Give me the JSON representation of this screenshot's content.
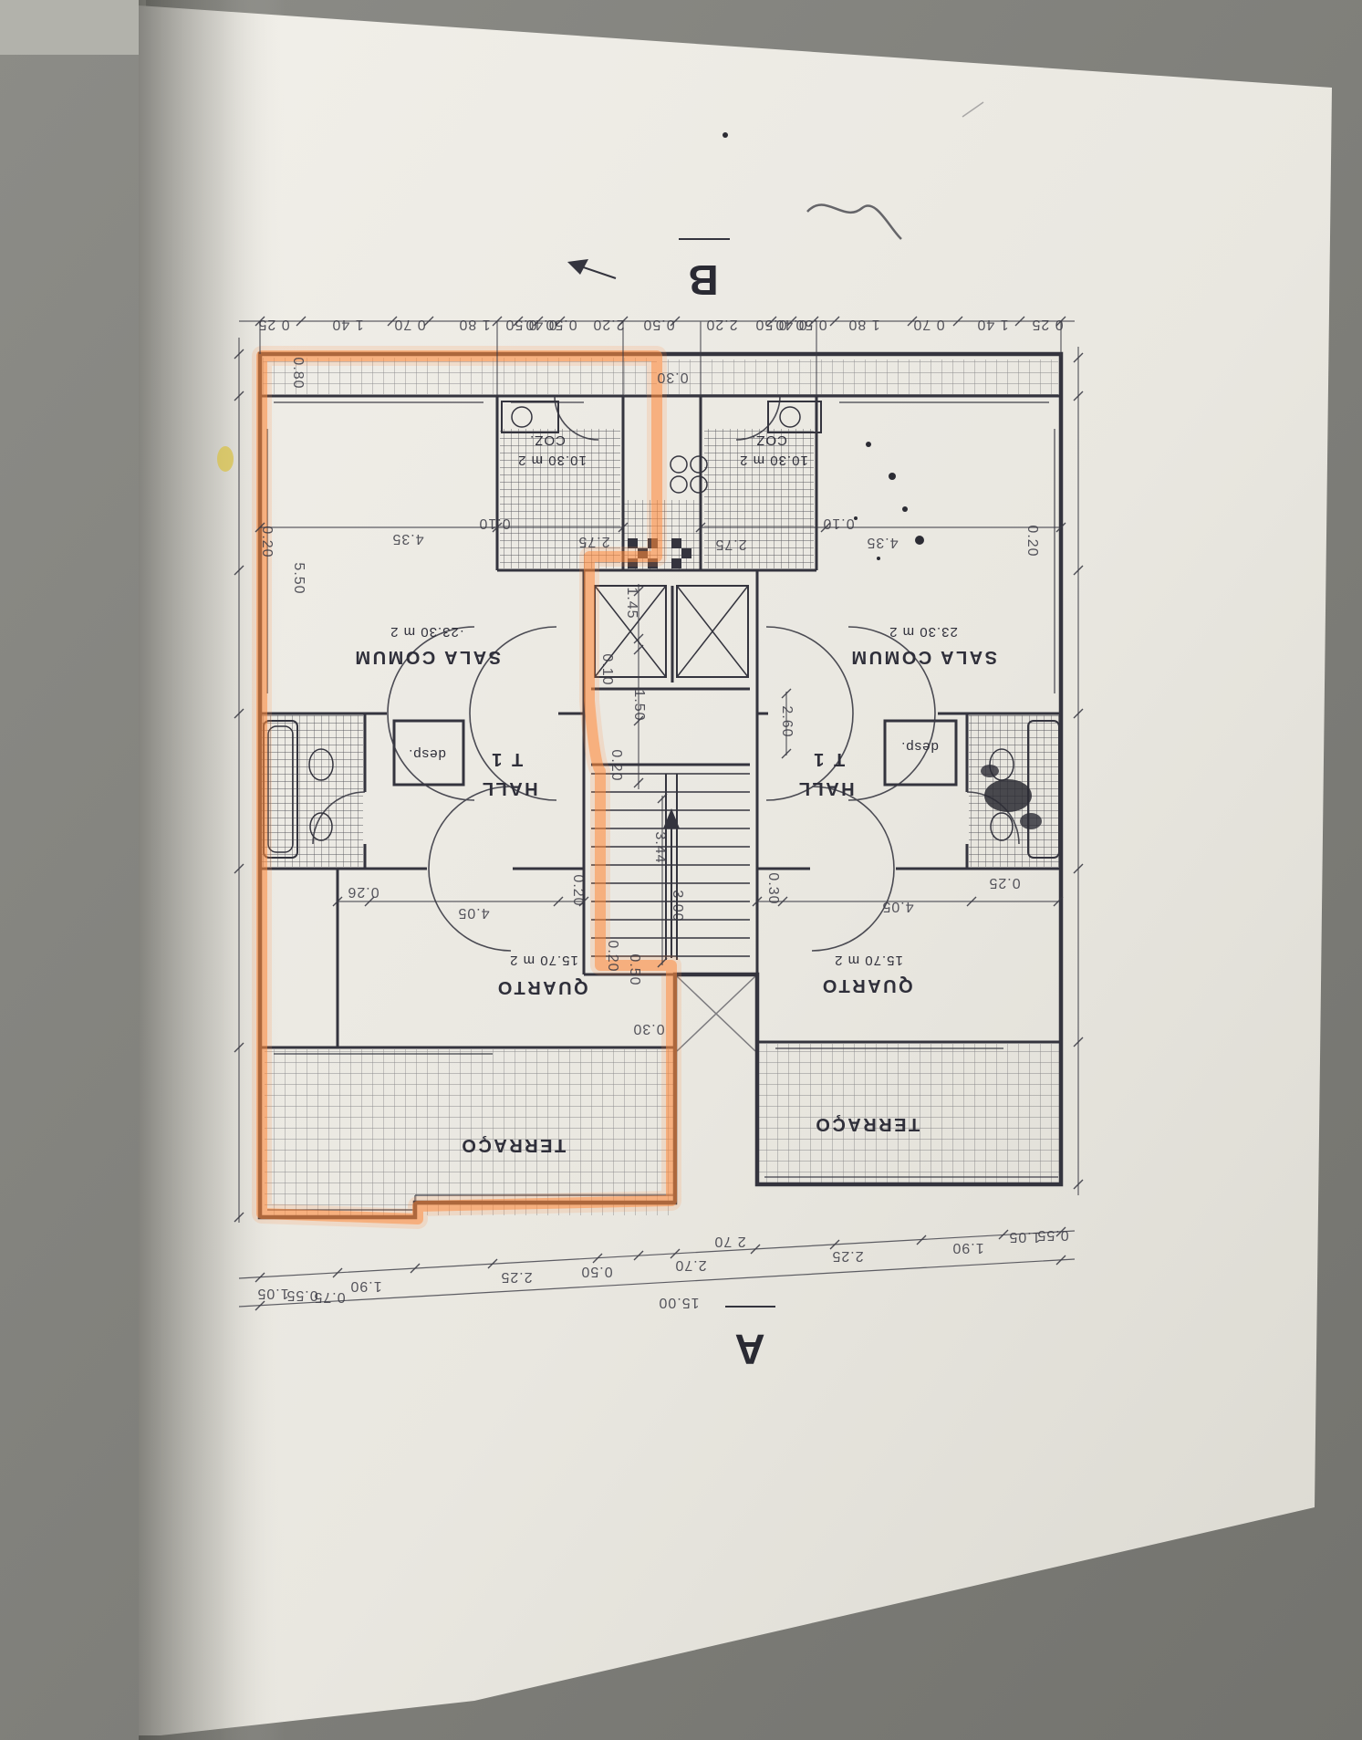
{
  "colors": {
    "highlight": "#ff8a3c",
    "ink": "#34343e",
    "paper": "#e9e7e0",
    "backdrop": "#83837e"
  },
  "letters": {
    "a": "A",
    "b": "B"
  },
  "rooms": {
    "sala_left_name": "SALA COMUM",
    "sala_left_area": "·23.30 m 2",
    "sala_right_name": "SALA COMUM",
    "sala_right_area": "23.30 m 2",
    "coz_left_name": "COZ.",
    "coz_left_area": "10.30 m 2",
    "coz_right_name": "COZ.",
    "coz_right_area": "10.30 m 2",
    "hall_left": "HALL",
    "hall_right": "HALL",
    "t1_left": "T 1",
    "t1_right": "T 1",
    "desp_left": "desp.",
    "desp_right": "desp.",
    "quarto_left_name": "QUARTO",
    "quarto_left_area": "15.70 m 2",
    "quarto_right_name": "QUARTO",
    "quarto_right_area": "15.70 m 2",
    "terraco_left": "TERRAÇO",
    "terraco_right": "TERRAÇO"
  },
  "dims_top": [
    "0 25",
    "1 40",
    "0 70",
    "1 80",
    "0.50",
    "0.40",
    "0.50",
    "2.20",
    "0.50",
    "2.20",
    "0.50",
    "0.40",
    "0.50",
    "1 80",
    "0 70",
    "1 40",
    "0 25"
  ],
  "dims_left": [
    "0.80",
    "0.20",
    "5.50"
  ],
  "dims_mid": [
    "4.35",
    "0.10",
    "2.75",
    "2.75",
    "0.10",
    "4.35",
    "0.20",
    "0.30"
  ],
  "dims_center": [
    "1.45",
    "0.10",
    "1.50",
    "0.20",
    "2.60",
    "3.44",
    "3.00"
  ],
  "dims_room": [
    "0.26",
    "4.05",
    "0.20",
    "0.20",
    "0.50",
    "0.30",
    "0.30",
    "4.05",
    "0.25"
  ],
  "dims_bottom": [
    "1.05",
    "0.55",
    "0.75",
    "1.90",
    "2.25",
    "0.50",
    "2.70",
    "2 70",
    "15.00",
    "2.25",
    "1.90",
    "1.05",
    "0.55"
  ]
}
